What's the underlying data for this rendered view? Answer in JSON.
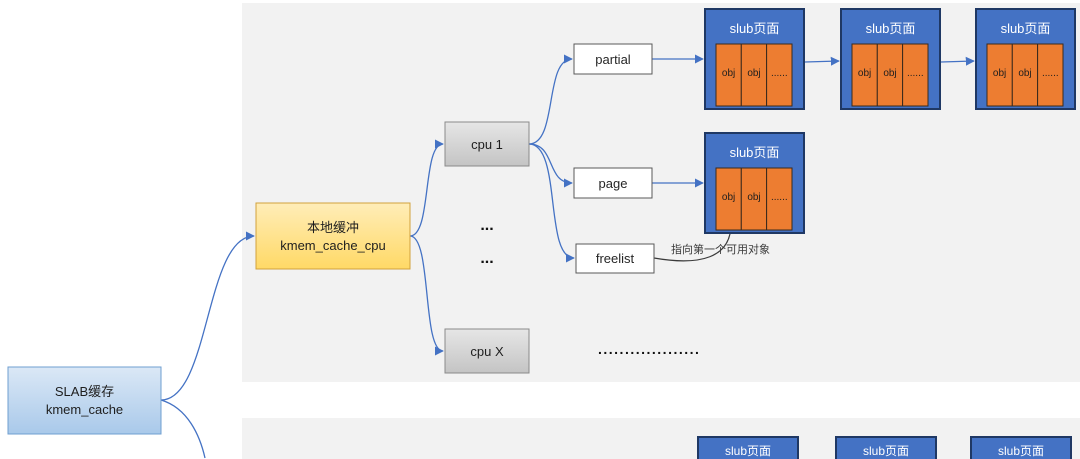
{
  "slab_cache": {
    "line1": "SLAB缓存",
    "line2": "kmem_cache"
  },
  "local_cache": {
    "line1": "本地缓冲",
    "line2": "kmem_cache_cpu"
  },
  "cpus": {
    "first": "cpu 1",
    "last": "cpu X"
  },
  "cpu_ellipsis": [
    "...",
    "..."
  ],
  "more_ellipsis": "...................",
  "lists": {
    "partial": "partial",
    "page": "page",
    "freelist": "freelist"
  },
  "slub_pages": {
    "partial": [
      {
        "title": "slub页面",
        "objs": [
          "obj",
          "obj",
          "......"
        ]
      },
      {
        "title": "slub页面",
        "objs": [
          "obj",
          "obj",
          "......"
        ]
      },
      {
        "title": "slub页面",
        "objs": [
          "obj",
          "obj",
          "......"
        ]
      }
    ],
    "page": {
      "title": "slub页面",
      "objs": [
        "obj",
        "obj",
        "......"
      ]
    },
    "second_panel": [
      {
        "title": "slub页面"
      },
      {
        "title": "slub页面"
      },
      {
        "title": "slub页面"
      }
    ]
  },
  "freelist_note": "指向第一个可用对象",
  "colors": {
    "panel": "#f2f2f2",
    "arrow": "#4472c4",
    "slub_fill": "#4472c4",
    "slub_border": "#1f3864",
    "obj_fill": "#ed7d31",
    "slab_cache_fill": "#a9c9ea",
    "local_cache_fill": "#ffd966",
    "cpu_fill": "#c4c4c4"
  }
}
